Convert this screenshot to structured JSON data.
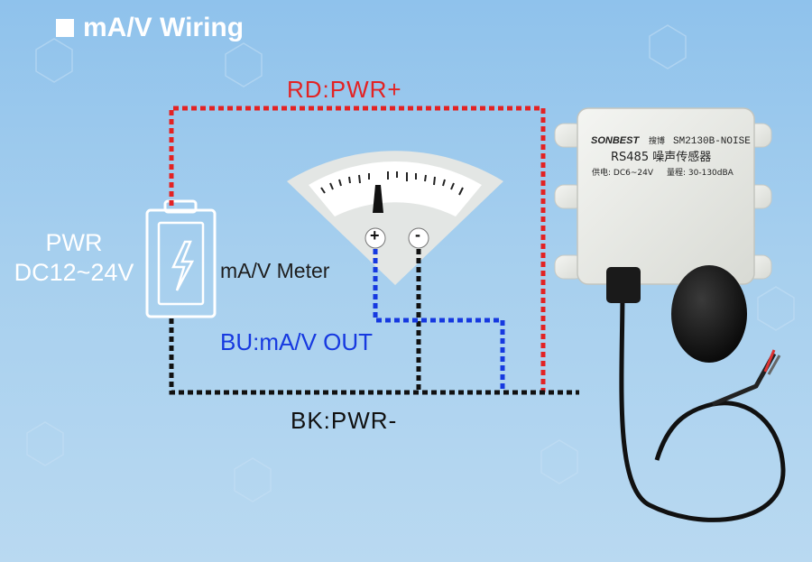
{
  "title": "mA/V Wiring",
  "power": {
    "label": "PWR",
    "voltage": "DC12~24V"
  },
  "wires": {
    "red": "RD:PWR+",
    "blue": "BU:mA/V OUT",
    "black": "BK:PWR-"
  },
  "meter": {
    "label": "mA/V Meter",
    "plus": "+",
    "minus": "-"
  },
  "device": {
    "brand": "SONBEST",
    "brand_cn": "搜博",
    "model": "SM2130B-NOISE",
    "protocol_name": "RS485 噪声传感器",
    "spec_power": "供电: DC6~24V",
    "spec_range": "量程: 30-130dBA"
  },
  "colors": {
    "red_wire": "#e32223",
    "blue_wire": "#1639e0",
    "black_wire": "#111111",
    "background": "#9ccaee"
  }
}
